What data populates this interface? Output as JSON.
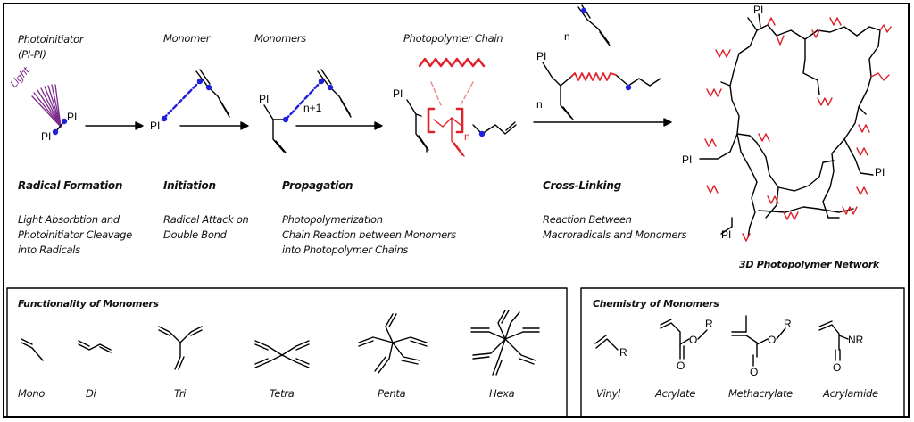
{
  "steps": {
    "photoinitiator_label": "Photoinitiator\n(PI-PI)",
    "monomer_label": "Monomer",
    "monomers_label": "Monomers",
    "photopolymer_chain_label": "Photopolymer Chain",
    "light_label": "Light",
    "pi": "PI",
    "n": "n",
    "n_plus_1": "n+1"
  },
  "stages": [
    {
      "title": "Radical Formation",
      "description": "Light Absorbtion and\nPhotoinitiator Cleavage\ninto Radicals"
    },
    {
      "title": "Initiation",
      "description": "Radical Attack on\nDouble Bond"
    },
    {
      "title": "Propagation",
      "description": "Photopolymerization\nChain Reaction between Monomers\ninto Photopolymer Chains"
    },
    {
      "title": "Cross-Linking",
      "description": "Reaction Between\nMacroradicals and Monomers"
    }
  ],
  "network_label": "3D Photopolymer Network",
  "functionality": {
    "title": "Functionality of Monomers",
    "items": [
      "Mono",
      "Di",
      "Tri",
      "Tetra",
      "Penta",
      "Hexa"
    ]
  },
  "chemistry": {
    "title": "Chemistry of Monomers",
    "items": [
      "Vinyl",
      "Acrylate",
      "Methacrylate",
      "Acrylamide"
    ],
    "atom_r": "R",
    "atom_o": "O",
    "atom_nr": "NR"
  },
  "colors": {
    "radical": "#1f1fdc",
    "polymer": "#e0212b",
    "light": "#7a2a8a",
    "line": "#000000"
  }
}
